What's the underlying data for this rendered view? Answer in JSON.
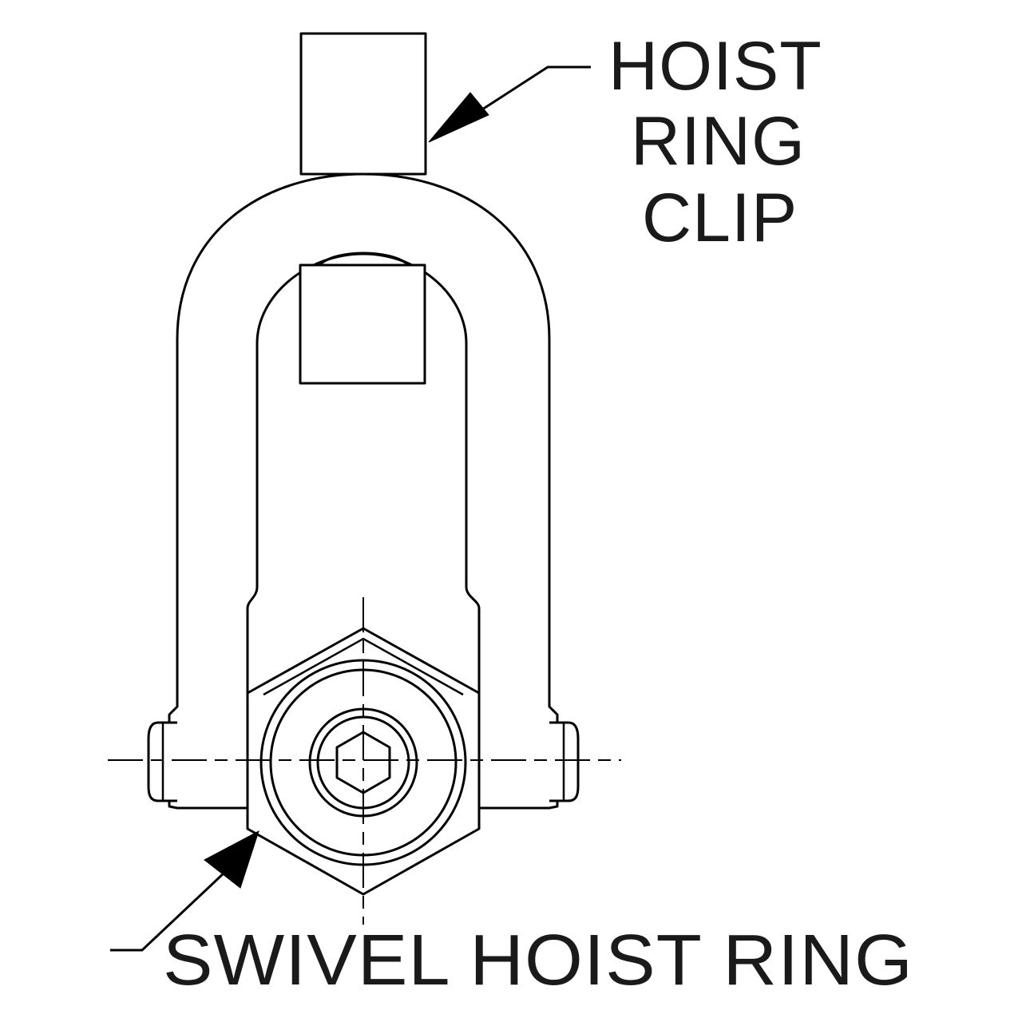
{
  "labels": {
    "clip_line1": "HOIST",
    "clip_line2": "RING",
    "clip_line3": "CLIP",
    "swivel": "SWIVEL HOIST RING"
  }
}
